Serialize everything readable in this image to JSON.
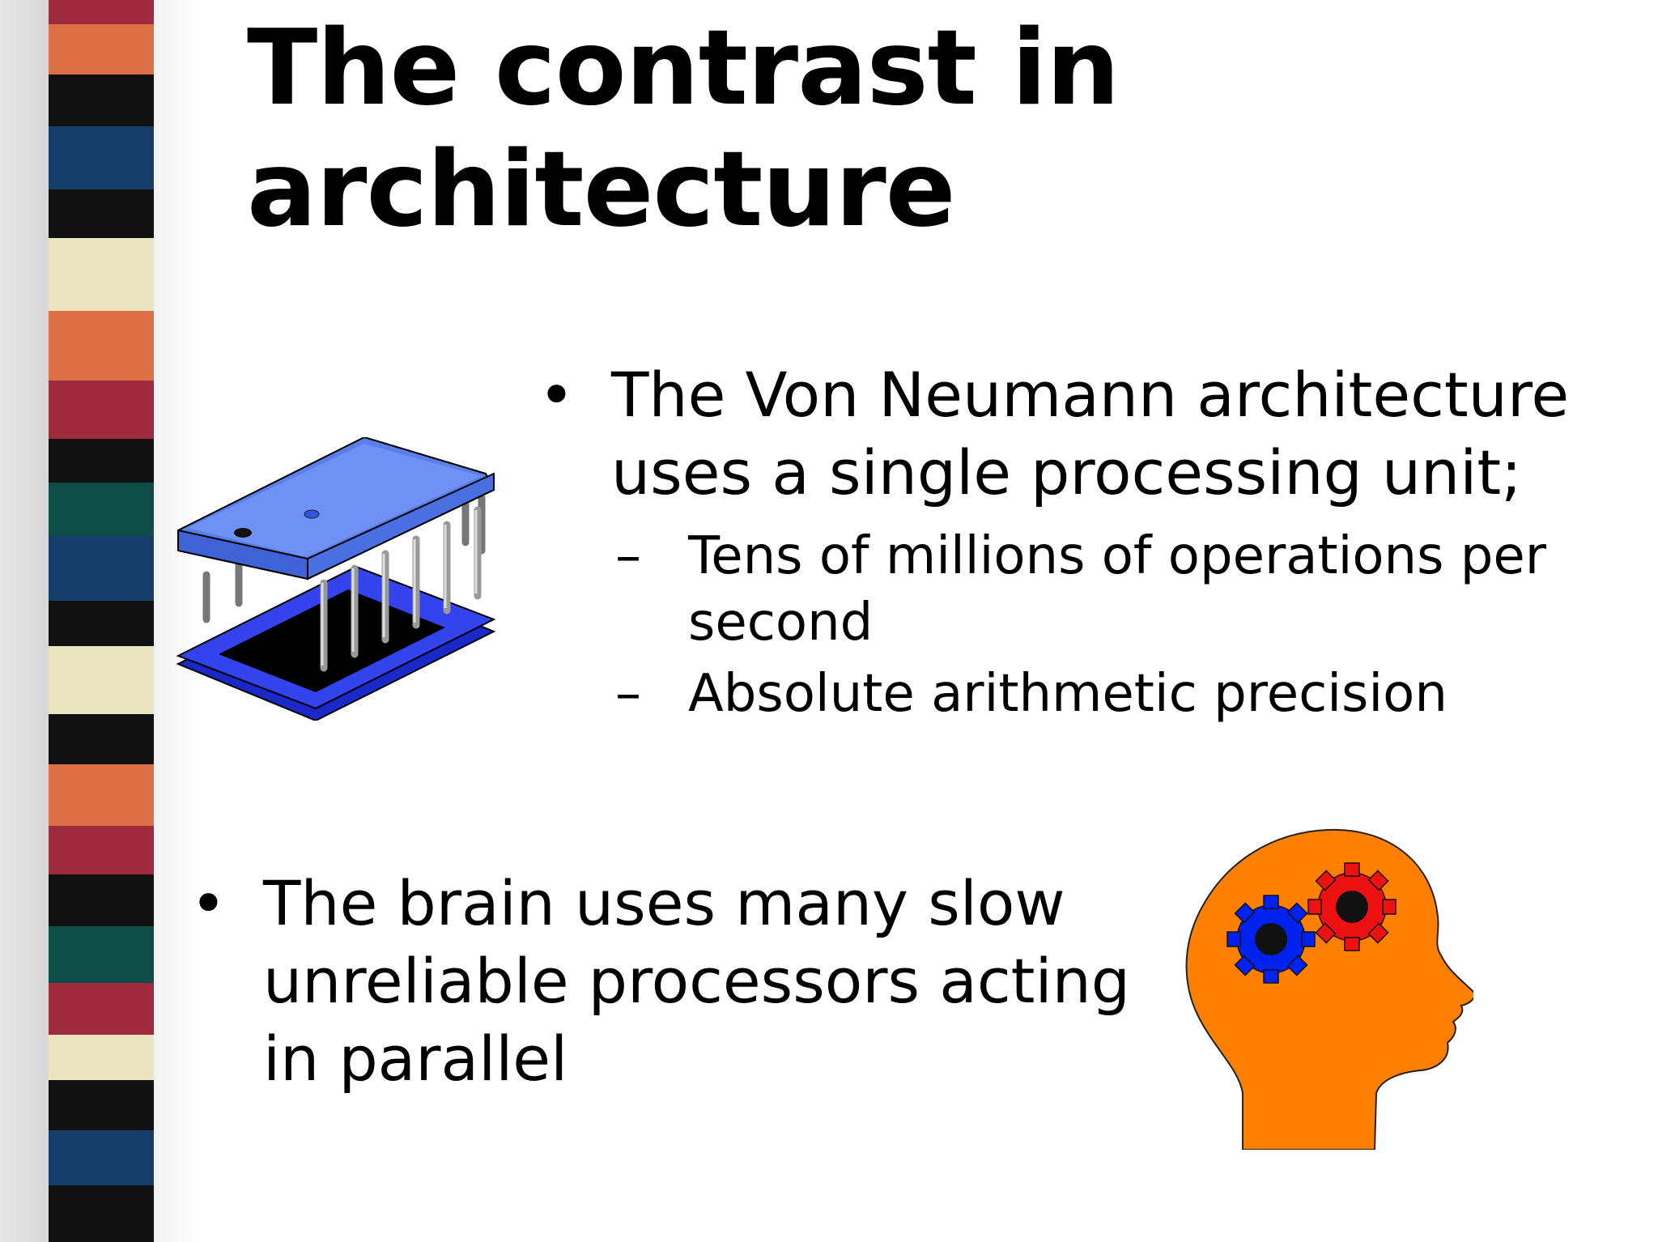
{
  "slide": {
    "title": "The contrast in architecture",
    "bullets": [
      {
        "text": "The Von Neumann architecture uses a single processing unit;",
        "sub": [
          "Tens of millions of operations per second",
          "Absolute arithmetic precision"
        ]
      },
      {
        "text": "The brain uses many slow unreliable processors acting in parallel"
      }
    ],
    "bullet_mark": "•",
    "sub_mark": "–"
  },
  "images": {
    "chip": "microchip-icon",
    "head": "head-with-gears-icon"
  },
  "colors": {
    "chip_top": "#6a8cf5",
    "chip_socket": "#2233dd",
    "head_fill": "#ff8000",
    "gear_red": "#ee1111",
    "gear_blue": "#0022ee"
  }
}
